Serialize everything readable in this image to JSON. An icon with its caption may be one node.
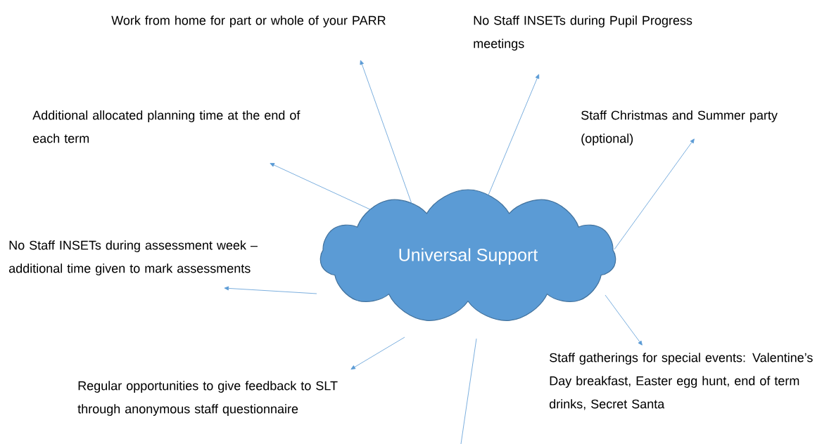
{
  "diagram": {
    "nodes": [
      {
        "text": [
          "Universal Support"
        ]
      },
      {
        "text": [
          "Work from home for part or whole of your PARR"
        ]
      },
      {
        "text": [
          "No Staff INSETs during Pupil Progress meetings"
        ]
      },
      {
        "text": [
          "Additional allocated planning time at the end of each term"
        ]
      },
      {
        "text": [
          "Staff Christmas and Summer party (optional)"
        ]
      },
      {
        "text": [
          "No Staff INSETs during assessment week – additional time given to mark assessments"
        ]
      },
      {
        "text": [
          "Staff gatherings for special events: Valentine’s Day breakfast, Easter egg hunt, end of term drinks, Secret Santa"
        ]
      },
      {
        "text": [
          "Regular opportunities to give feedback to SLT through anonymous staff questionnaire"
        ]
      }
    ],
    "edges": [
      {
        "from": 0,
        "to": 1,
        "arrow": "to"
      },
      {
        "from": 0,
        "to": 2,
        "arrow": "to"
      },
      {
        "from": 0,
        "to": 3,
        "arrow": "to"
      },
      {
        "from": 0,
        "to": 4,
        "arrow": "to"
      },
      {
        "from": 0,
        "to": 5,
        "arrow": "to"
      },
      {
        "from": 0,
        "to": 6,
        "arrow": "to"
      },
      {
        "from": 0,
        "to": 7,
        "arrow": "to"
      },
      {
        "from": 0,
        "to": null,
        "arrow": "none"
      }
    ]
  }
}
